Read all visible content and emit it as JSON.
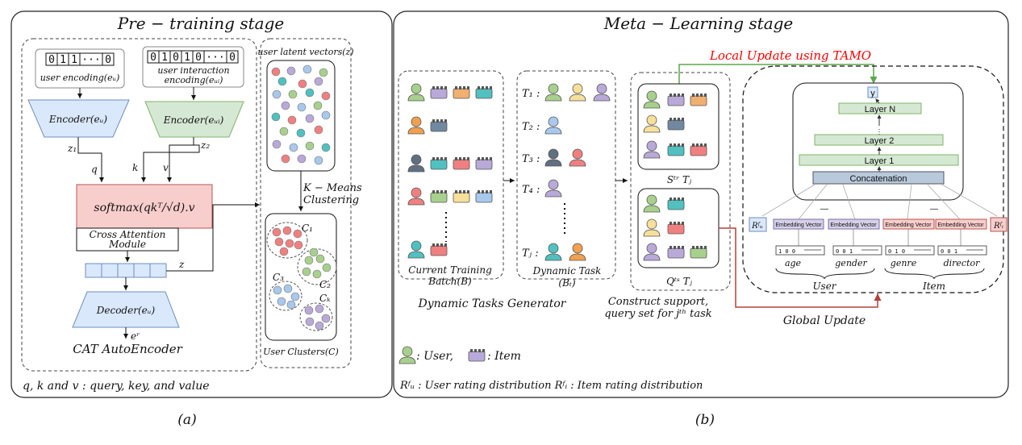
{
  "pretraining": {
    "title": "Pre − training stage",
    "user_vector": [
      "0",
      "1",
      "1",
      "···",
      "0"
    ],
    "user_encoding_label": "user encoding(eᵤ)",
    "interaction_vector": [
      "0",
      "1",
      "0",
      "1",
      "0",
      "···",
      "0"
    ],
    "interaction_label_1": "user interaction",
    "interaction_label_2": "encoding(eᵤᵢ)",
    "encoder_user": "Encoder(eᵤ)",
    "encoder_interaction": "Encoder(eᵤᵢ)",
    "z1": "z₁",
    "z2": "z₂",
    "q": "q",
    "k": "k",
    "v": "v",
    "attention_formula": "softmax(qkᵀ/√d).v",
    "attention_name_1": "Cross Attention",
    "attention_name_2": "Module",
    "z": "z",
    "decoder": "Decoder(eᵤ)",
    "reconstruction": "eʳ",
    "autoencoder_label": "CAT AutoEncoder",
    "latent_title": "user latent vectors(z)",
    "kmeans_1": "K − Means",
    "kmeans_2": "Clustering",
    "clusters": [
      "C₁",
      "C₂",
      "C₃",
      "Cₖ"
    ],
    "clusters_label": "User Clusters(C)",
    "footnote": "q, k and v : query, key, and value",
    "caption": "(a)"
  },
  "meta": {
    "title": "Meta − Learning stage",
    "local_update": "Local Update using TAMO",
    "batch_label_1": "Current Training",
    "batch_label_2": "Batch(B)",
    "tasks": [
      "T₁ :",
      "T₂ :",
      "T₃ :",
      "T₄ :",
      "Tⱼ :"
    ],
    "task_label_1": "Dynamic Task",
    "task_label_2": "(Bₜ)",
    "generator_label": "Dynamic Tasks Generator",
    "support_label": "Sᵗʳ Tⱼ",
    "query_label": "Qᵗˢ Tⱼ",
    "construct_1": "Construct support,",
    "construct_2": "query set for jᵗʰ task",
    "model": {
      "output": "y",
      "layers": [
        "Layer N",
        "Layer 2",
        "Layer 1"
      ],
      "concat": "Concatenation",
      "embedding": "Embedding Vector",
      "rating_user": "Rᶠᵤ",
      "rating_item": "Rᶠᵢ",
      "features": [
        "age",
        "gender",
        "genre",
        "director"
      ],
      "feature_codes": [
        "1 0 0",
        "0 0 1",
        "0 1 0",
        "0 0 1"
      ],
      "groups": [
        "User",
        "Item"
      ],
      "dash": "—"
    },
    "global_update": "Global Update",
    "legend_user": ": User,",
    "legend_item": ": Item",
    "legend_ratings": "Rᶠᵤ : User rating distribution  Rᶠᵢ : Item rating distribution",
    "caption": "(b)"
  },
  "colors": {
    "encoder_fill": "#dae8fc",
    "encoder_stroke": "#6c8ebf",
    "encoder2_fill": "#d5e8d4",
    "encoder2_stroke": "#82b366",
    "attention_fill": "#f8cecc",
    "attention_stroke": "#b85450",
    "local_update": "#ff0000",
    "local_arrow": "#5ca84a",
    "global_arrow": "#b5413a",
    "concat_fill": "#b8c9dc",
    "layer_fill": "#d5e8d4",
    "user_green": "#a8d08d",
    "user_orange": "#f0a050",
    "user_gray": "#607080",
    "user_red": "#f08080",
    "user_teal": "#50c0c0",
    "user_blue": "#a8c8ec",
    "user_yellow": "#f6e09a",
    "user_purple": "#b9a9d9"
  }
}
